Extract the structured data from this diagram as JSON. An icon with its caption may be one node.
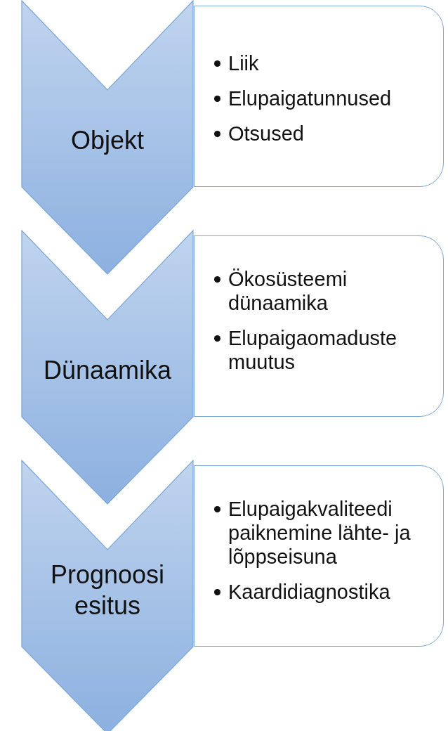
{
  "diagram": {
    "nodes": [
      {
        "text": [
          "Objekt"
        ]
      },
      {
        "text": [
          "Liik",
          "Elupaigatunnused",
          "Otsused"
        ]
      },
      {
        "text": [
          "Dünaamika"
        ]
      },
      {
        "text": [
          "Ökosüsteemi dünaamika",
          "Elupaigaomaduste muutus"
        ]
      },
      {
        "text": [
          "Prognoosi esitus"
        ]
      },
      {
        "text": [
          "Elupaigakvaliteedi paiknemine lähte- ja lõppseisuna",
          "Kaardidiagnostika"
        ]
      }
    ]
  }
}
